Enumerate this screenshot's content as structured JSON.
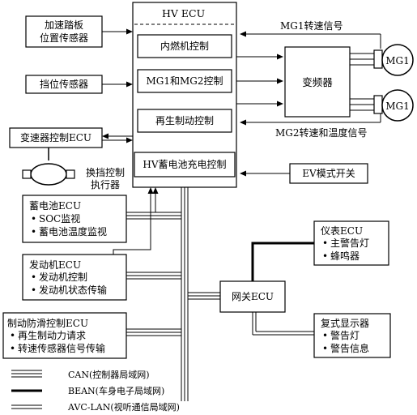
{
  "hv_ecu": {
    "title": "HV ECU",
    "blocks": [
      "内燃机控制",
      "MG1和MG2控制",
      "再生制动控制",
      "HV蓄电池充电控制"
    ]
  },
  "sensors": {
    "accel_line1": "加速踏板",
    "accel_line2": "位置传感器",
    "shift": "挡位传感器",
    "trans_ecu": "变速器控制ECU",
    "actuator_line1": "换挡控制",
    "actuator_line2": "执行器"
  },
  "inverter": "变频器",
  "motors": [
    "MG1",
    "MG1"
  ],
  "signals": {
    "mg1": "MG1转速信号",
    "mg2": "MG2转速和温度信号"
  },
  "ev_switch": "EV模式开关",
  "battery_ecu": {
    "title": "蓄电池ECU",
    "items": [
      "SOC监视",
      "蓄电池温度监视"
    ]
  },
  "engine_ecu": {
    "title": "发动机ECU",
    "items": [
      "发动机控制",
      "发动机状态传输"
    ]
  },
  "abs_ecu": {
    "title": "制动防滑控制ECU",
    "items": [
      "再生制动力请求",
      "转速传感器信号传输"
    ]
  },
  "gateway": "网关ECU",
  "meter_ecu": {
    "title": "仪表ECU",
    "items": [
      "主警告灯",
      "蜂鸣器"
    ]
  },
  "multi_display": {
    "title": "复式显示器",
    "items": [
      "警告灯",
      "警告信息"
    ]
  },
  "legend": [
    "CAN(控制器局域网)",
    "BEAN(车身电子局域网)",
    "AVC-LAN(视听通信局域网)"
  ]
}
